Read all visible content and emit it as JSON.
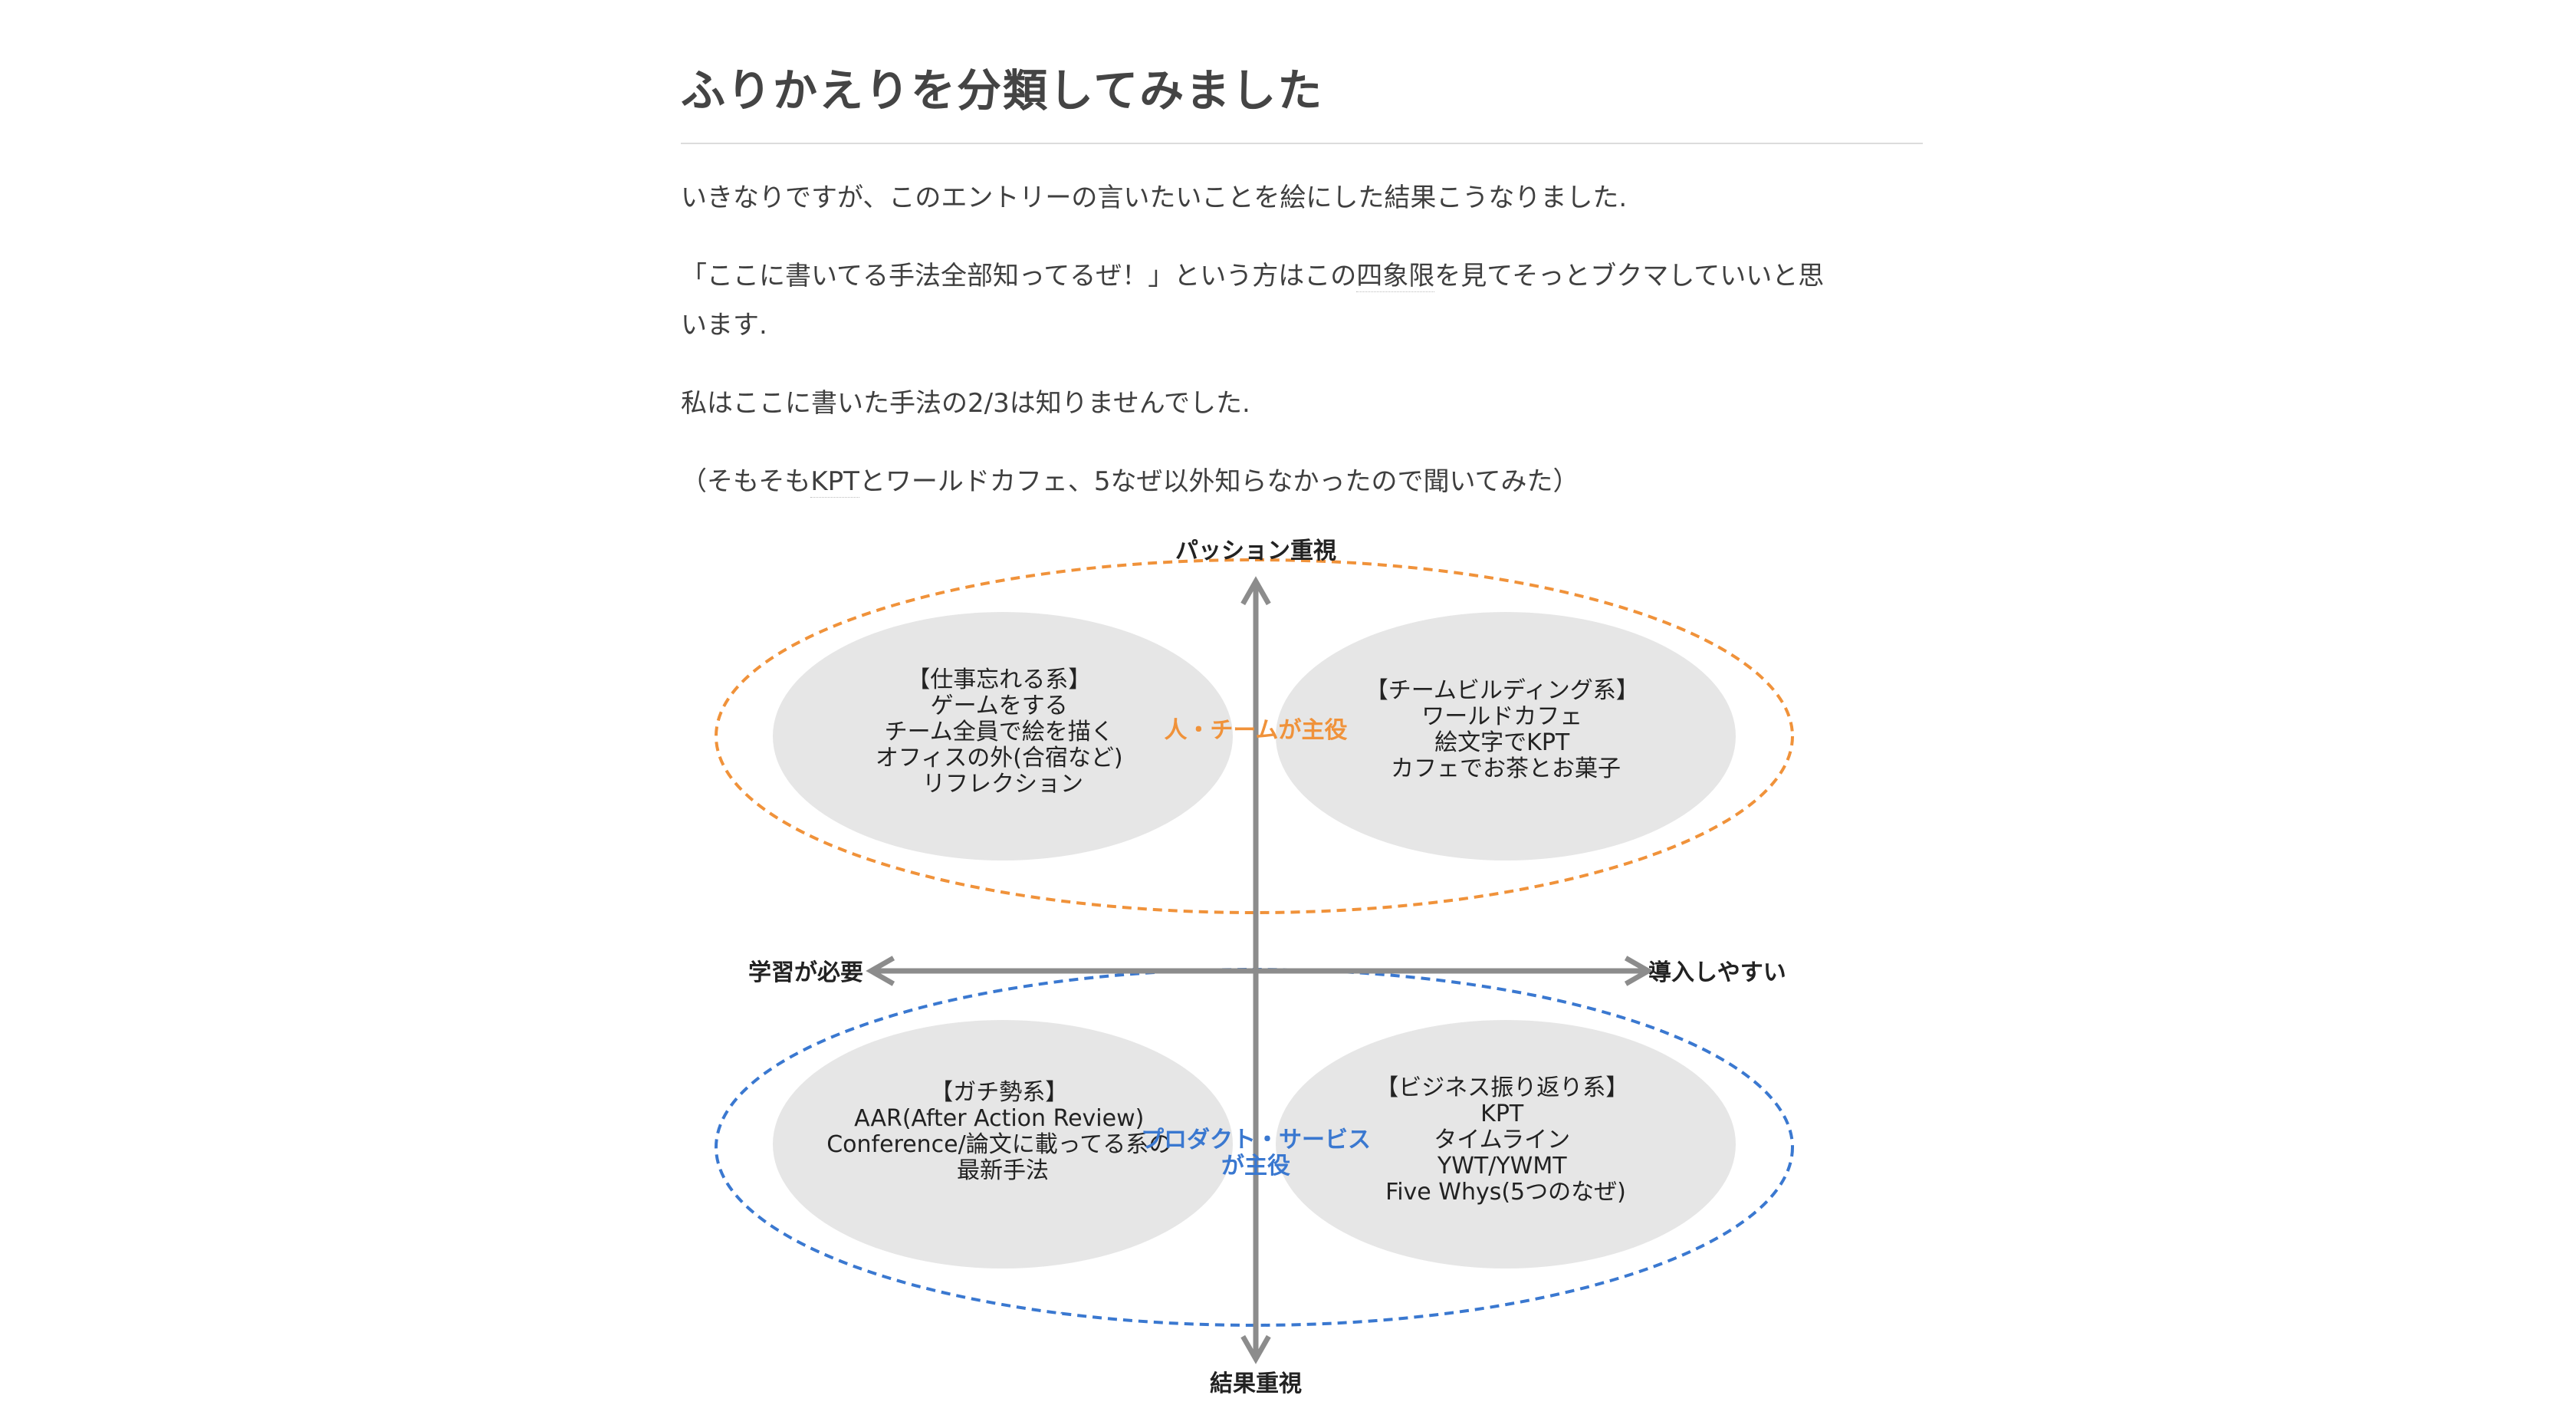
{
  "article": {
    "title": "ふりかえりを分類してみました",
    "paragraphs": [
      "いきなりですが、このエントリーの言いたいことを絵にした結果こうなりました.",
      "私はここに書いた手法の2/3は知りませんでした."
    ],
    "p2_before": "「ここに書いてる手法全部知ってるぜ！」という方はこの",
    "p2_link": "四象限",
    "p2_after_line1": "を見てそっとブクマしていいと思",
    "p2_line2": "います.",
    "p4_before": "（そもそも",
    "p4_link": "KPT",
    "p4_after": "とワールドカフェ、5なぜ以外知らなかったので聞いてみた）"
  },
  "figure": {
    "axis_top": "パッション重視",
    "axis_bottom": "結果重視",
    "axis_left": "学習が必要",
    "axis_right": "導入しやすい",
    "group_people": "人・チームが主役",
    "group_product_line1": "プロダクト・サービス",
    "group_product_line2": "が主役",
    "q1_lines": [
      "【仕事忘れる系】",
      "ゲームをする",
      "チーム全員で絵を描く",
      "オフィスの外(合宿など)",
      "リフレクション"
    ],
    "q2_lines": [
      "【チームビルディング系】",
      "ワールドカフェ",
      "絵文字でKPT",
      "カフェでお茶とお菓子"
    ],
    "q3_lines": [
      "【ガチ勢系】",
      "AAR(After Action Review)",
      "Conference/論文に載ってる系の",
      "最新手法"
    ],
    "q4_lines": [
      "【ビジネス振り返り系】",
      "KPT",
      "タイムライン",
      "YWT/YWMT",
      "Five Whys(5つのなぜ)"
    ],
    "colors": {
      "people": "#f0923a",
      "product": "#3a78d0",
      "axis": "#8c8c8c",
      "blob": "#e6e6e6"
    }
  }
}
